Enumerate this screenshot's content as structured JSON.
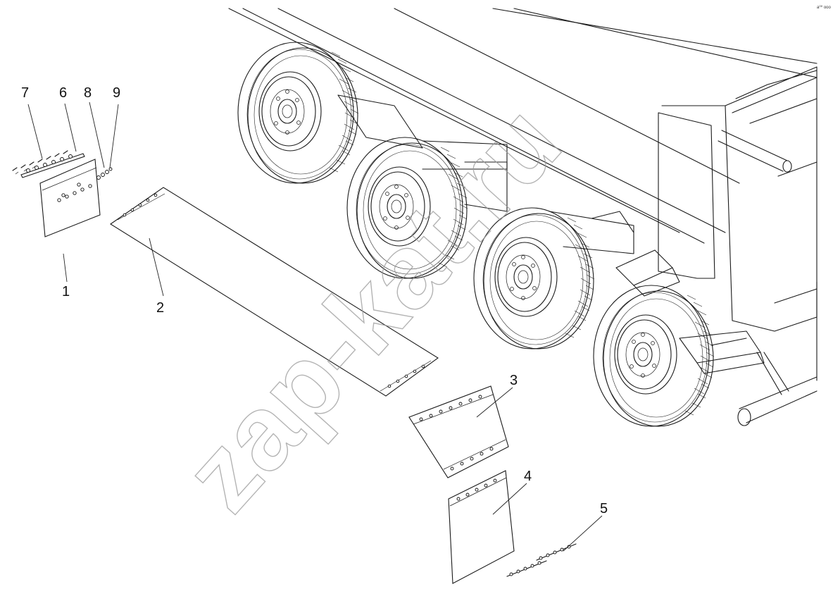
{
  "diagram": {
    "type": "exploded-parts-drawing",
    "corner_mark": "a⁰⁰ ooo",
    "watermark": "zap-kat.ru",
    "callouts": [
      {
        "id": "7",
        "label": "7"
      },
      {
        "id": "6",
        "label": "6"
      },
      {
        "id": "8",
        "label": "8"
      },
      {
        "id": "9",
        "label": "9"
      },
      {
        "id": "1",
        "label": "1"
      },
      {
        "id": "2",
        "label": "2"
      },
      {
        "id": "3",
        "label": "3"
      },
      {
        "id": "4",
        "label": "4"
      },
      {
        "id": "5",
        "label": "5"
      }
    ]
  }
}
